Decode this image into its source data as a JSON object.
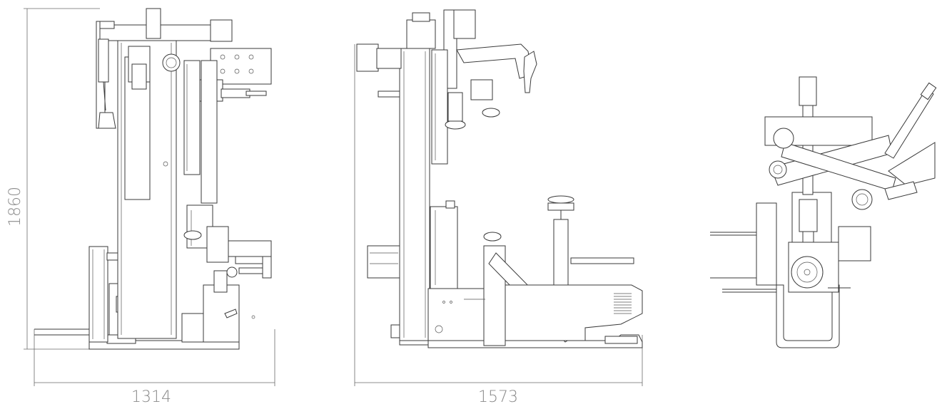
{
  "dimensions": {
    "height_label": "1860",
    "width_label_front": "1314",
    "width_label_side": "1573"
  },
  "colors": {
    "line": "#3a3a3a",
    "dimension_text": "#8a8a8a",
    "background": "#ffffff"
  }
}
